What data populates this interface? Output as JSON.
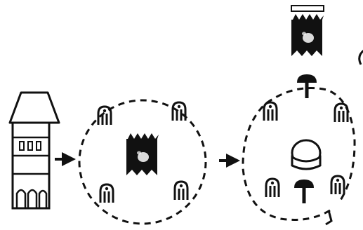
{
  "diagram": {
    "panels": [
      {
        "id": "tower",
        "content": "tower"
      },
      {
        "id": "circle-1",
        "content": "ghost-surrounded-by-figures",
        "figure_count": 4
      },
      {
        "id": "circle-2",
        "content": "helmet-and-mushroom-surrounded-by-figures",
        "figure_count": 4,
        "has_opening": true
      },
      {
        "id": "top-right",
        "content": "ghost-rising-above-mushroom"
      }
    ],
    "arrows": [
      {
        "from": "tower",
        "to": "circle-1"
      },
      {
        "from": "circle-1",
        "to": "circle-2"
      }
    ],
    "colors": {
      "ink": "#111111",
      "background": "#ffffff"
    }
  }
}
